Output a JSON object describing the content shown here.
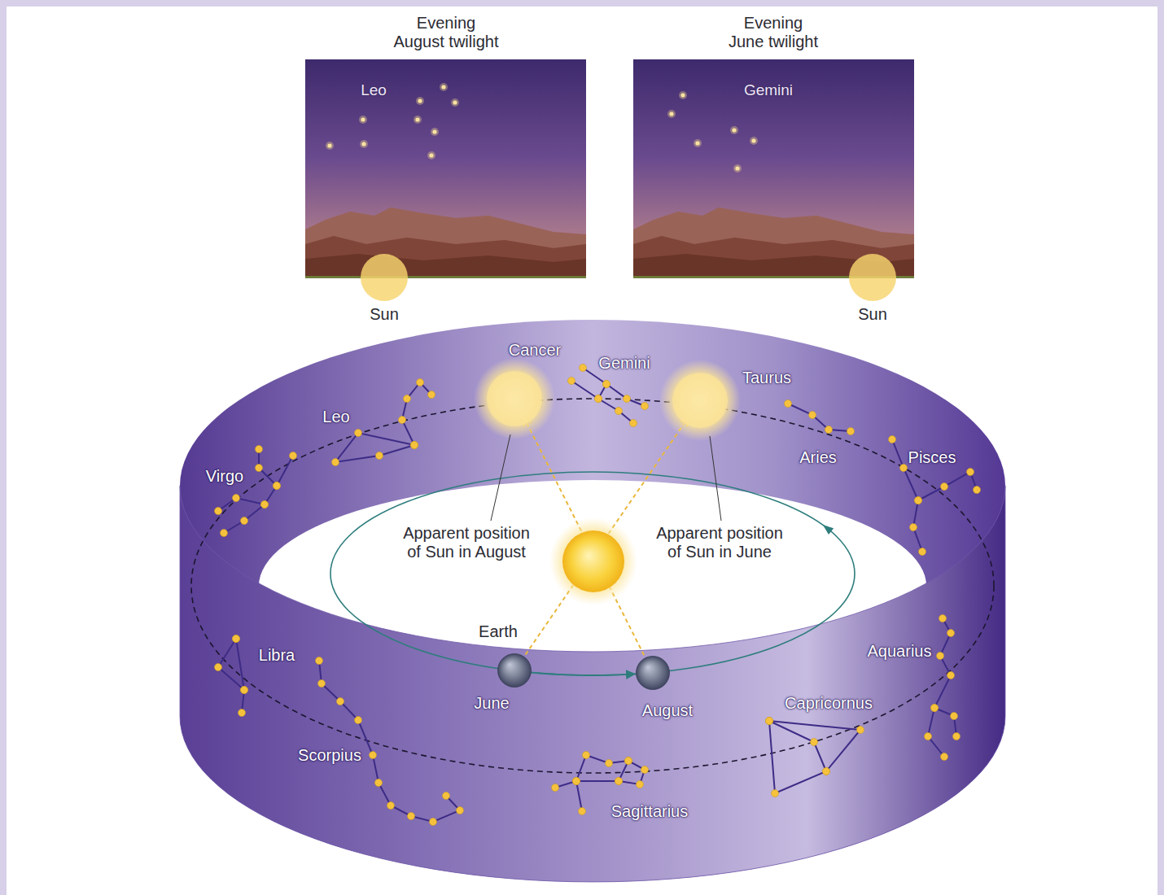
{
  "diagram": {
    "nodes": [
      {
        "text": [
          "Evening August twilight",
          "Leo"
        ]
      },
      {
        "text": [
          "Evening June twilight",
          "Gemini"
        ]
      },
      {
        "text": [
          "Earth",
          "June"
        ]
      },
      {
        "text": [
          "August"
        ]
      }
    ],
    "edges": [
      {
        "from": 2,
        "to": 3,
        "arrow": "to"
      }
    ],
    "labels": [
      "Sun",
      "Sun",
      "Cancer",
      "Gemini",
      "Taurus",
      "Leo",
      "Aries",
      "Pisces",
      "Virgo",
      "Apparent position of Sun in August",
      "Apparent position of Sun in June",
      "Libra",
      "Aquarius",
      "Capricornus",
      "Scorpius",
      "Sagittarius"
    ]
  }
}
